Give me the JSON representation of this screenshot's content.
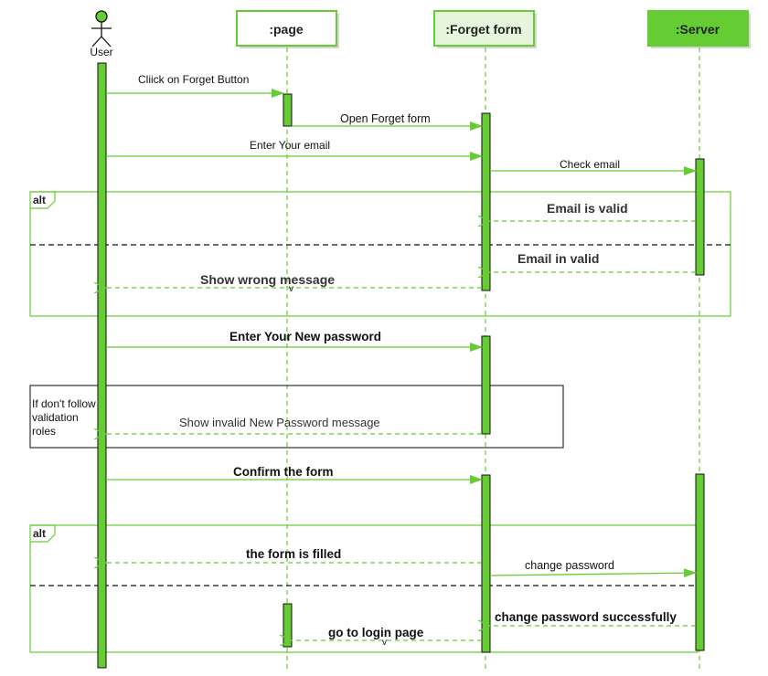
{
  "participants": {
    "user": ":User",
    "user_label": "User",
    "page": ":page",
    "forget_form": ":Forget form",
    "server": ":Server"
  },
  "messages": {
    "m1": "Cliick on Forget Button",
    "m2": "Open Forget form",
    "m3": "Enter Your email",
    "m4": "Check email",
    "m5": "Email is valid",
    "m6": "Email in valid",
    "m7": "Show wrong message",
    "m8": "Enter Your New password",
    "m9": "Show invalid New Password  message",
    "m10": "Confirm the form",
    "m11": "the form is filled",
    "m12": "change password",
    "m13": "change password successfully",
    "m14": "go to login page"
  },
  "fragments": {
    "alt1": "alt",
    "alt2": "alt",
    "note_line1": "If don't follow",
    "note_line2": "validation",
    "note_line3": "roles"
  },
  "marks": {
    "v1": "v",
    "v2": "v"
  },
  "colors": {
    "green": "#66cc33",
    "green_dark": "#2e8b1f",
    "header_fill_light": "#e6f5dc",
    "header_fill_dark": "#66cc33"
  }
}
